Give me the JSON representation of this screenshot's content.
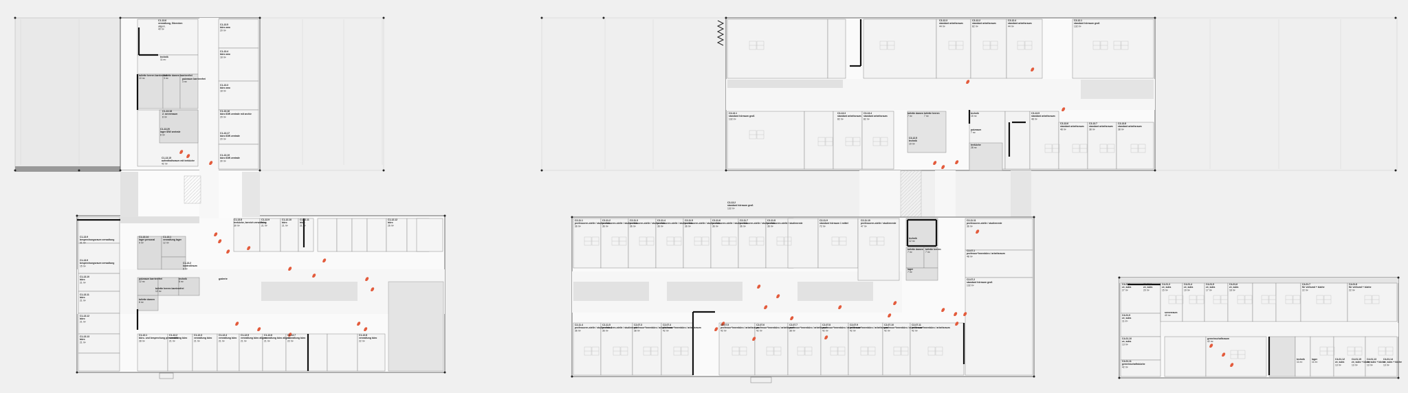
{
  "plan": {
    "corridor_label": "galerie",
    "wings": [
      {
        "id": "C1",
        "rooms": [
          {
            "code": "C1-13.6",
            "name": "verwaltung, Sitzecken",
            "sub": "allgem.",
            "area": "40 m²"
          },
          {
            "code": "C1-13.5",
            "name": "büro zwo",
            "area": "20 m²"
          },
          {
            "code": "C1-13.4",
            "name": "büro zwo",
            "area": "18 m²"
          },
          {
            "code": "",
            "name": "technik",
            "area": "11 m²"
          },
          {
            "code": "",
            "name": "toilette herren barrierefrei",
            "area": "10 m²"
          },
          {
            "code": "",
            "name": "toilette damen barrierefrei",
            "area": "3 m²"
          },
          {
            "code": "",
            "name": "putzraum barrierefrei",
            "area": "3 m²"
          },
          {
            "code": "C1-13.3",
            "name": "büro zwo",
            "area": "18 m²"
          },
          {
            "code": "C1-13.18",
            "name": "2. serverraum",
            "area": "8 m²"
          },
          {
            "code": "C1-13.20",
            "name": "lager IDW zentrale",
            "area": "8 m²"
          },
          {
            "code": "C1-13.16",
            "name": "büro IDW zentrale mit archiv",
            "area": "29 m²"
          },
          {
            "code": "C1-13.17",
            "name": "büro IDW zentrale",
            "area": "20 m²"
          },
          {
            "code": "C1-13.19",
            "name": "büro IDW zentrale",
            "area": "30 m²"
          },
          {
            "code": "C1-13.15",
            "name": "aufenthaltsraum mit teeküche",
            "area": "42 m²"
          },
          {
            "code": "C1-13.8",
            "name": "teeküche, bereich verwaltung",
            "area": "30 m²"
          },
          {
            "code": "C1-13.9",
            "name": "besprechungsraum verwaltung",
            "area": "31 m²"
          },
          {
            "code": "C1-13.9",
            "name": "besprechungsraum verwaltung",
            "area": "15 m²"
          },
          {
            "code": "C1-13.10",
            "name": "büro",
            "area": "21 m²"
          },
          {
            "code": "C1-13.11",
            "name": "büro",
            "area": "21 m²"
          },
          {
            "code": "C1-13.12",
            "name": "büro",
            "area": "21 m²"
          },
          {
            "code": "C1-13.13",
            "name": "büro",
            "area": "21 m²"
          },
          {
            "code": "C1-13.14",
            "name": "lager personal",
            "area": "9 m²"
          },
          {
            "code": "C1-13.1",
            "name": "verwaltung lager",
            "area": "12 m²"
          },
          {
            "code": "C1-13.2",
            "name": "kontrollraum",
            "area": "8 m²"
          },
          {
            "code": "",
            "name": "putzraum barrierefrei",
            "area": "12 m²"
          },
          {
            "code": "",
            "name": "toilette herren barrierefrei",
            "area": "12 m²"
          },
          {
            "code": "",
            "name": "toilette damen",
            "area": "8 m²"
          },
          {
            "code": "",
            "name": "technik",
            "area": "8 m²"
          },
          {
            "code": "C1-12.1",
            "name": "büro- und besprechung personalrat",
            "area": "28 m²"
          },
          {
            "code": "C1-12.2",
            "name": "verwaltung büro",
            "area": "21 m²"
          },
          {
            "code": "C1-12.3",
            "name": "verwaltung büro",
            "area": "21 m²"
          },
          {
            "code": "C1-12.4",
            "name": "verwaltung büro",
            "area": "21 m²"
          },
          {
            "code": "C1-12.5",
            "name": "verwaltung büro allgem.",
            "area": "21 m²"
          },
          {
            "code": "C1-12.6",
            "name": "verwaltung büro allgem.",
            "area": "21 m²"
          },
          {
            "code": "C1-12.7",
            "name": "verwaltung büro",
            "area": "22 m²"
          },
          {
            "code": "C1-12.8",
            "name": "verwaltung büro",
            "area": "22 m²"
          },
          {
            "code": "C1-12.9",
            "name": "büro",
            "area": "21 m²"
          },
          {
            "code": "C1-12.10",
            "name": "büro",
            "area": "21 m²"
          },
          {
            "code": "C1-12.11",
            "name": "büro",
            "area": "21 m²"
          },
          {
            "code": "C1-12.12",
            "name": "büro",
            "area": "26 m²"
          }
        ]
      },
      {
        "id": "C3",
        "rooms": [
          {
            "code": "C3-12.1",
            "name": "standard hörraum groß",
            "area": "132 m²"
          },
          {
            "code": "C3-12.2",
            "name": "standard arbeitsraum",
            "area": "82 m²"
          },
          {
            "code": "C3-12.3",
            "name": "standard arbeitsraum",
            "area": "44 m²"
          },
          {
            "code": "C3-12.4",
            "name": "standard arbeitsraum",
            "area": "44 m²"
          },
          {
            "code": "",
            "name": "toilette damen",
            "area": "7 m²"
          },
          {
            "code": "",
            "name": "toilette herren",
            "area": "7 m²"
          },
          {
            "code": "C3-12.5",
            "name": "technik",
            "area": "19 m²"
          },
          {
            "code": "C3-13.3",
            "name": "standard arbeitsraum",
            "area": "82 m²"
          },
          {
            "code": "C3-13.4",
            "name": "standard arbeitsraum",
            "area": "82 m²"
          },
          {
            "code": "C3-13.1",
            "name": "standard hörraum groß",
            "area": "132 m²"
          },
          {
            "code": "C3-13.2",
            "name": "standard hörraum groß",
            "area": "132 m²"
          },
          {
            "code": "",
            "name": "technik",
            "area": "15 m²"
          },
          {
            "code": "",
            "name": "putzraum",
            "area": "7 m²"
          },
          {
            "code": "",
            "name": "teeküche",
            "area": "28 m²"
          },
          {
            "code": "C3-13.5",
            "name": "standard arbeitsraum",
            "area": "48 m²"
          },
          {
            "code": "C3-13.6",
            "name": "standard arbeitsraum",
            "area": "48 m²"
          },
          {
            "code": "C3-13.7",
            "name": "standard arbeitsraum",
            "area": "38 m²"
          },
          {
            "code": "C3-13.8",
            "name": "standard arbeitsraum",
            "area": "38 m²"
          },
          {
            "code": "C2-11.1",
            "name": "professoren-stelle / studienrede",
            "area": "36 m²"
          },
          {
            "code": "C2-11.2",
            "name": "professoren-stelle / studienrede",
            "area": "36 m²"
          },
          {
            "code": "C2-11.3",
            "name": "professoren-stelle / studienrede",
            "area": "36 m²"
          },
          {
            "code": "C2-11.4",
            "name": "professoren-stelle / studienrede",
            "area": "36 m²"
          },
          {
            "code": "C2-11.5",
            "name": "professoren-stelle / studienrede",
            "area": "36 m²"
          },
          {
            "code": "C2-11.6",
            "name": "professoren-stelle / studienrede",
            "area": "36 m²"
          },
          {
            "code": "C2-11.7",
            "name": "professoren-stelle / studienrede",
            "area": "36 m²"
          },
          {
            "code": "C2-11.8",
            "name": "professoren-stelle / studienrede",
            "area": "36 m²"
          },
          {
            "code": "C2-11.9",
            "name": "standard hörraum 1 mittel",
            "area": "72 m²"
          },
          {
            "code": "C2-11.10",
            "name": "professoren-stelle / studienrede",
            "area": "47 m²"
          },
          {
            "code": "",
            "name": "technik",
            "area": "12 m²"
          },
          {
            "code": "",
            "name": "toilette damen",
            "area": "7 m²"
          },
          {
            "code": "",
            "name": "toilette herren",
            "area": "7 m²"
          },
          {
            "code": "",
            "name": "lager",
            "area": "7 m²"
          },
          {
            "code": "C2-11.11",
            "name": "professoren-stelle / studienrede",
            "area": "36 m²"
          },
          {
            "code": "C2-07.1",
            "name": "professor*innenbüro / arbeitsraum",
            "area": "48 m²"
          },
          {
            "code": "C2-07.2",
            "name": "standard hörraum groß",
            "area": "132 m²"
          },
          {
            "code": "C2-11.4",
            "name": "professoren-stelle / studienrede 4",
            "area": "36 m²"
          },
          {
            "code": "C2-11.5",
            "name": "professoren-stelle / studienrede",
            "area": "36 m²"
          },
          {
            "code": "C2-07.3",
            "name": "professor*innenbüro / arbeitsraum",
            "area": "38 m²"
          },
          {
            "code": "C2-07.4",
            "name": "professor*innenbüro / arbeitsraum",
            "area": "42 m²"
          },
          {
            "code": "C2-07.5",
            "name": "professor*innenbüro / arbeitsraum",
            "area": "42 m²"
          },
          {
            "code": "C2-07.6",
            "name": "professor*innenbüro / arbeitsraum",
            "area": "42 m²"
          },
          {
            "code": "C2-07.7",
            "name": "professor*innenbüro / arbeitsraum",
            "area": "38 m²"
          },
          {
            "code": "C2-07.8",
            "name": "professor*innenbüro / arbeitsraum",
            "area": "42 m²"
          },
          {
            "code": "C2-07.9",
            "name": "professor*innenbüro / arbeitsraum",
            "area": "42 m²"
          },
          {
            "code": "C2-07.10",
            "name": "professor*innenbüro / arbeitsraum",
            "area": "42 m²"
          },
          {
            "code": "C2-07.11",
            "name": "professor*innenbüro / arbeitsraum",
            "area": "42 m²"
          }
        ]
      },
      {
        "id": "C4",
        "rooms": [
          {
            "code": "C4-01.1",
            "name": "ze, subs",
            "area": "27 m²"
          },
          {
            "code": "C4-01.2",
            "name": "ze, subs",
            "area": "20 m²"
          },
          {
            "code": "C4-01.3",
            "name": "ze, subs",
            "area": "15 m²"
          },
          {
            "code": "C4-01.4",
            "name": "ze, subs",
            "area": "19 m²"
          },
          {
            "code": "C4-01.5",
            "name": "ze, subs",
            "area": "17 m²"
          },
          {
            "code": "C4-01.6",
            "name": "ze, subs",
            "area": "18 m²"
          },
          {
            "code": "C4-01.7",
            "name": "für verbund + küche",
            "area": "22 m²"
          },
          {
            "code": "C4-01.8",
            "name": "für verbund + küche",
            "area": "22 m²"
          },
          {
            "code": "C4-01.9",
            "name": "ze, subs",
            "area": "11 m²"
          },
          {
            "code": "",
            "name": "serverraum",
            "area": "40 m²"
          },
          {
            "code": "C4-01.10",
            "name": "ze, subs",
            "area": "13 m²"
          },
          {
            "code": "C4-01.11",
            "name": "gemeinschaftsküche",
            "area": "42 m²"
          },
          {
            "code": "",
            "name": "gemeinschaftsraum",
            "area": "42 m²"
          },
          {
            "code": "",
            "name": "technik",
            "area": "11 m²"
          },
          {
            "code": "",
            "name": "lager",
            "area": "11 m²"
          },
          {
            "code": "C4-01.12",
            "name": "ze, subs",
            "area": "13 m²"
          },
          {
            "code": "C4-01.13",
            "name": "ze, subs + küche",
            "area": "13 m²"
          },
          {
            "code": "C4-01.14",
            "name": "ze, subs + küche",
            "area": "13 m²"
          },
          {
            "code": "C4-01.15",
            "name": "ze, subs + küche",
            "area": "13 m²"
          }
        ]
      }
    ]
  }
}
